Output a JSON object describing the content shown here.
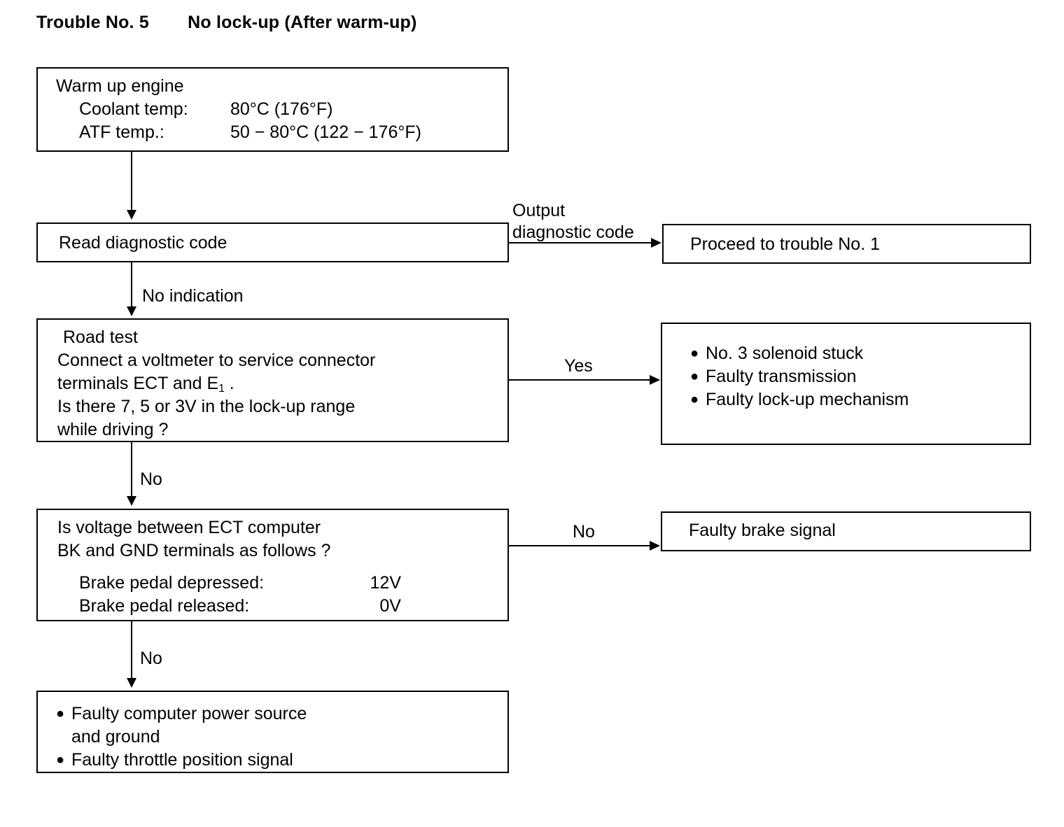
{
  "header": {
    "trouble_label": "Trouble No. 5",
    "trouble_title": "No lock-up (After warm-up)"
  },
  "flowchart": {
    "type": "diagnostic-flowchart",
    "nodes": {
      "warm_up": {
        "title": "Warm up engine",
        "rows": [
          {
            "key": "Coolant temp:",
            "value": "80°C (176°F)"
          },
          {
            "key": "ATF temp.:",
            "value": "50 − 80°C (122 − 176°F)"
          }
        ]
      },
      "read_code": {
        "text": "Read diagnostic code"
      },
      "proceed_trouble_1": {
        "text": "Proceed to trouble No. 1"
      },
      "road_test": {
        "line1": "Road test",
        "line2": "Connect a voltmeter to service connector",
        "line3_pre": "terminals ECT and E",
        "line3_sub": "1",
        "line3_post": " .",
        "line4": "Is there 7, 5 or 3V in the lock-up range",
        "line5": "while driving ?"
      },
      "solenoid_faults": {
        "items": [
          "No. 3 solenoid stuck",
          "Faulty transmission",
          "Faulty lock-up mechanism"
        ]
      },
      "voltage_check": {
        "line1": "Is voltage between ECT computer",
        "line2": "BK and GND terminals as follows ?",
        "rows": [
          {
            "key": "Brake pedal depressed:",
            "value": "12V"
          },
          {
            "key": "Brake pedal released:",
            "value": "0V"
          }
        ]
      },
      "brake_signal_fault": {
        "text": "Faulty brake signal"
      },
      "power_faults": {
        "items": [
          {
            "line1": "Faulty computer power source",
            "line2": "and ground"
          },
          {
            "line1": "Faulty throttle position signal",
            "line2": ""
          }
        ]
      }
    },
    "edge_labels": {
      "output_code_l1": "Output",
      "output_code_l2": "diagnostic code",
      "no_indication": "No indication",
      "road_test_yes": "Yes",
      "road_test_no": "No",
      "voltage_no_right": "No",
      "voltage_no_down": "No"
    },
    "style": {
      "line_color": "#000000",
      "box_fill": "#ffffff",
      "text_color": "#000000",
      "bullet_glyph": "●"
    }
  }
}
